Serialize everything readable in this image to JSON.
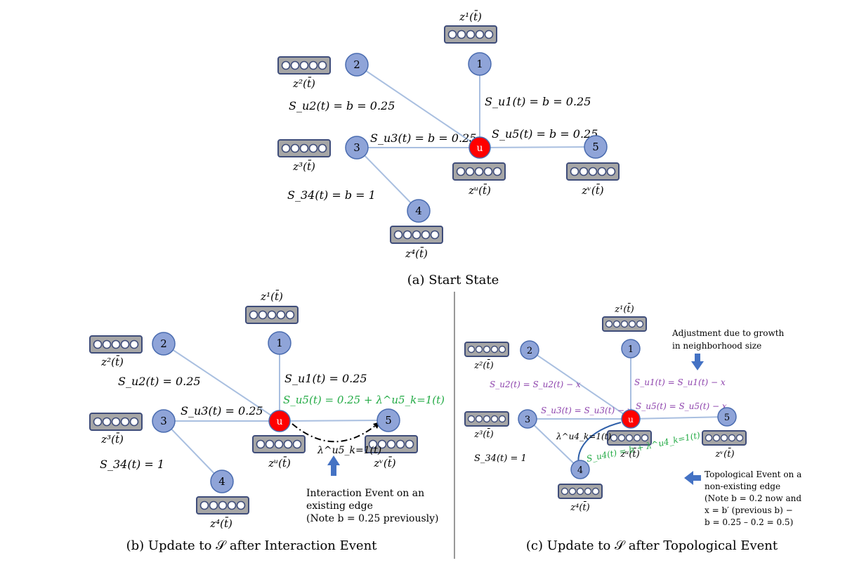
{
  "colors": {
    "node_fill": "#8fa4d8",
    "node_stroke": "#4a6cb0",
    "center_fill": "#ff0000",
    "edge": "#a9bfe0",
    "embed_fill": "#a6a6a6",
    "embed_stroke": "#3f4d7a",
    "green": "#22aa44",
    "purple": "#8e44ad",
    "arrow": "#4472c4",
    "divider": "#555555"
  },
  "nodes": {
    "n1": "1",
    "n2": "2",
    "n3": "3",
    "n4": "4",
    "n5": "5",
    "nu": "u"
  },
  "panel_a": {
    "caption": "(a) Start State",
    "emb1": "z¹(t̄)",
    "emb2": "z²(t̄)",
    "emb3": "z³(t̄)",
    "emb4": "z⁴(t̄)",
    "embu": "zᵘ(t̄)",
    "embv": "zᵛ(t̄)",
    "s_u1": "S_u1(t) = b = 0.25",
    "s_u2": "S_u2(t) = b = 0.25",
    "s_u3": "S_u3(t) = b = 0.25",
    "s_u5": "S_u5(t) = b = 0.25",
    "s_34": "S_34(t) = b = 1"
  },
  "panel_b": {
    "caption": "(b) Update to 𝒮 after Interaction Event",
    "emb1": "z¹(t̄)",
    "emb2": "z²(t̄)",
    "emb3": "z³(t̄)",
    "emb4": "z⁴(t̄)",
    "embu": "zᵘ(t̄)",
    "embv": "zᵛ(t̄)",
    "s_u1": "S_u1(t) = 0.25",
    "s_u2": "S_u2(t) = 0.25",
    "s_u3": "S_u3(t) = 0.25",
    "s_u5": "S_u5(t) = 0.25 + λ^u5_k=1(t)",
    "s_34": "S_34(t) = 1",
    "lambda": "λ^u5_k=1(t)",
    "note1": "Interaction Event on an",
    "note2": "existing edge",
    "note3": "(Note b = 0.25 previously)"
  },
  "panel_c": {
    "caption": "(c) Update to 𝒮 after Topological Event",
    "emb1": "z¹(t̄)",
    "emb2": "z²(t̄)",
    "emb3": "z³(t̄)",
    "emb4": "z⁴(t̄)",
    "embu": "zᵘ(t̄)",
    "embv": "zᵛ(t̄)",
    "s_u1": "S_u1(t) = S_u1(t) − x",
    "s_u2": "S_u2(t) = S_u2(t) − x",
    "s_u3": "S_u3(t) = S_u3(t) − x",
    "s_u5": "S_u5(t) = S_u5(t) − x",
    "s_u4": "S_u4(t) = b + λ^u4_k=1(t)",
    "s_34": "S_34(t) = 1",
    "lambda": "λ^u4_k=1(t)",
    "adj1": "Adjustment due to growth",
    "adj2": "in neighborhood size",
    "topo1": "Topological Event on a",
    "topo2": "non-existing edge",
    "topo3": "(Note b = 0.2 now and",
    "topo4": "x = b′ (previous b) −",
    "topo5": "b = 0.25 – 0.2 = 0.5)"
  }
}
